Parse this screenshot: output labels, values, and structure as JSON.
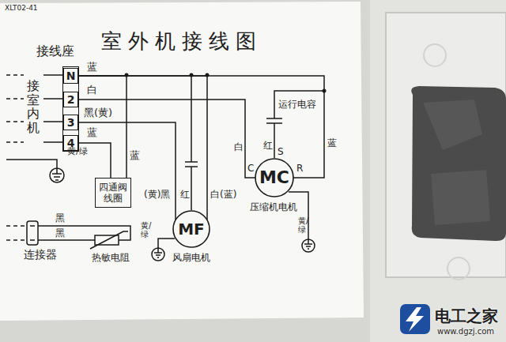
{
  "diagram": {
    "title": "室外机接线图",
    "nodes": [
      {
        "text": [
          "接线座"
        ]
      },
      {
        "text": [
          "N"
        ],
        "in": 0
      },
      {
        "text": [
          "2"
        ],
        "in": 0
      },
      {
        "text": [
          "3"
        ],
        "in": 0
      },
      {
        "text": [
          "4"
        ],
        "in": 0
      },
      {
        "text": [
          "四通阀线圈"
        ]
      },
      {
        "text": [
          "MF"
        ]
      },
      {
        "text": [
          "MC"
        ]
      }
    ],
    "edges": [
      {
        "from": 1,
        "to": 7,
        "arrow": "none"
      },
      {
        "from": 1,
        "to": 6,
        "arrow": "none"
      },
      {
        "from": 2,
        "to": 7,
        "arrow": "none"
      },
      {
        "from": 3,
        "to": 6,
        "arrow": "none"
      },
      {
        "from": 4,
        "to": 5,
        "arrow": "none"
      },
      {
        "from": 1,
        "to": 5,
        "arrow": "none"
      }
    ],
    "labels": [
      "XLT02-41",
      "接室内机",
      "蓝",
      "白",
      "黑(黄)",
      "蓝",
      "黄/绿",
      "蓝",
      "(黄)黑",
      "红",
      "白(蓝)",
      "黄/绿",
      "风扇电机",
      "运行电容",
      "白",
      "红",
      "蓝",
      "C",
      "S",
      "R",
      "压缩机电机",
      "黄/绿",
      "黑",
      "黑",
      "连接器",
      "热敏电阻",
      "电工之家",
      "www.dgzj.com"
    ]
  }
}
